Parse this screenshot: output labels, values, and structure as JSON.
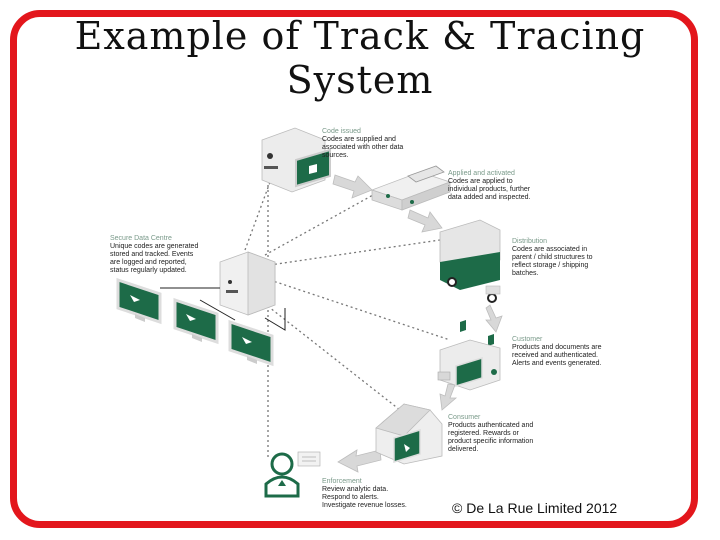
{
  "title_line1": "Example of Track & Tracing",
  "title_line2": "System",
  "copyright": "© De La Rue Limited 2012",
  "colors": {
    "frame": "#e3161c",
    "accent": "#1d6b48",
    "device": "#e2e2e2",
    "dash": "#777777"
  },
  "nodes": [
    {
      "id": "code-issued",
      "heading": "Code issued",
      "text": "Codes are supplied and associated with other data sources."
    },
    {
      "id": "applied-activated",
      "heading": "Applied and activated",
      "text": "Codes are applied to individual products, further data added and inspected."
    },
    {
      "id": "secure-data-centre",
      "heading": "Secure Data Centre",
      "text": "Unique codes are generated stored and tracked. Events are logged and reported, status regularly updated."
    },
    {
      "id": "distribution",
      "heading": "Distribution",
      "text": "Codes are associated in parent / child structures to reflect storage / shipping batches."
    },
    {
      "id": "customer",
      "heading": "Customer",
      "text": "Products and documents are received and authenticated. Alerts and events generated."
    },
    {
      "id": "consumer",
      "heading": "Consumer",
      "text": "Products authenticated and registered. Rewards or product specific information delivered."
    },
    {
      "id": "enforcement",
      "heading": "Enforcement",
      "text": "Review analytic data. Respond to alerts. Investigate revenue losses."
    }
  ]
}
